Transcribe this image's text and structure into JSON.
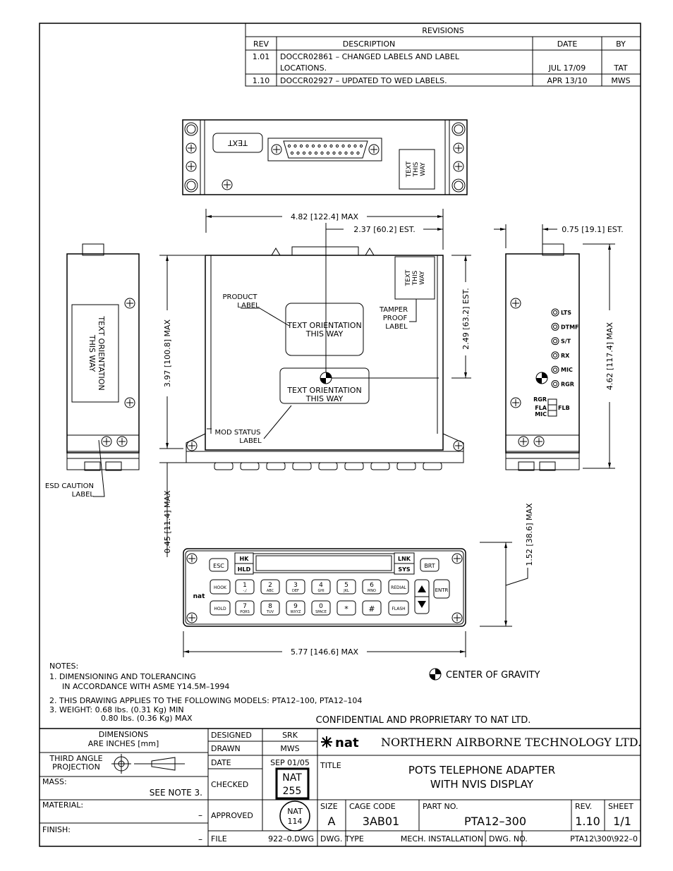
{
  "revisions": {
    "title": "REVISIONS",
    "headers": {
      "rev": "REV",
      "description": "DESCRIPTION",
      "date": "DATE",
      "by": "BY"
    },
    "rows": [
      {
        "rev": "1.01",
        "desc1": "DOCCR02861 – CHANGED LABELS AND LABEL",
        "desc2": "LOCATIONS.",
        "date": "JUL 17/09",
        "by": "TAT"
      },
      {
        "rev": "1.10",
        "desc1": "DOCCR02927 – UPDATED TO WED LABELS.",
        "date": "APR 13/10",
        "by": "MWS"
      }
    ]
  },
  "top_view": {
    "text_label": "TEXT",
    "text_this_way": [
      "TEXT",
      "THIS",
      "WAY"
    ]
  },
  "left_view": {
    "orientation": [
      "TEXT ORIENTATION",
      "THIS WAY"
    ],
    "esd": [
      "ESD CAUTION",
      "LABEL"
    ]
  },
  "front_view": {
    "product_label": [
      "PRODUCT",
      "LABEL"
    ],
    "orientation1": [
      "TEXT ORIENTATION",
      "THIS WAY"
    ],
    "orientation2": [
      "TEXT ORIENTATION",
      "THIS WAY"
    ],
    "tamper": [
      "TAMPER",
      "PROOF",
      "LABEL"
    ],
    "text_this_way": [
      "TEXT",
      "THIS",
      "WAY"
    ],
    "mod_status": [
      "MOD STATUS",
      "LABEL"
    ]
  },
  "right_view": {
    "leds": [
      "LTS",
      "DTMF",
      "S/T",
      "RX",
      "MIC",
      "RGR"
    ],
    "switch_labels": {
      "rgr": "RGR",
      "fla": "FLA",
      "mic": "MIC",
      "flb": "FLB"
    }
  },
  "dimensions": {
    "width_max": "4.82 [122.4] MAX",
    "cg_est": "2.37 [60.2] EST.",
    "depth_est": "0.75 [19.1] EST.",
    "height_max": "3.97 [100.8] MAX",
    "cg_height_est": "2.49 [63.2] EST.",
    "side_height_max": "4.62 [117.4] MAX",
    "bezel_max": "0.45 [11.4] MAX",
    "panel_height_max": "1.52 [38.6] MAX",
    "panel_width_max": "5.77 [146.6] MAX"
  },
  "keypad": {
    "esc": "ESC",
    "hk": "HK",
    "hld": "HLD",
    "lnk": "LNK",
    "sys": "SYS",
    "brt": "BRT",
    "logo": "nat",
    "row1": [
      {
        "main": "HOOK",
        "sub": ""
      },
      {
        "main": "1",
        "sub": "-,/"
      },
      {
        "main": "2",
        "sub": "ABC"
      },
      {
        "main": "3",
        "sub": "DEF"
      },
      {
        "main": "4",
        "sub": "GHI"
      },
      {
        "main": "5",
        "sub": "JKL"
      },
      {
        "main": "6",
        "sub": "MNO"
      },
      {
        "main": "REDIAL",
        "sub": ""
      }
    ],
    "row2": [
      {
        "main": "HOLD",
        "sub": ""
      },
      {
        "main": "7",
        "sub": "PQRS"
      },
      {
        "main": "8",
        "sub": "TUV"
      },
      {
        "main": "9",
        "sub": "WXYZ"
      },
      {
        "main": "0",
        "sub": "SPACE"
      },
      {
        "main": "*",
        "sub": ""
      },
      {
        "main": "#",
        "sub": ""
      },
      {
        "main": "FLASH",
        "sub": ""
      }
    ],
    "entr": "ENTR"
  },
  "notes": {
    "heading": "NOTES:",
    "lines": [
      "1. DIMENSIONING AND TOLERANCING",
      "IN ACCORDANCE WITH ASME Y14.5M–1994",
      "2. THIS DRAWING APPLIES TO THE FOLLOWING MODELS: PTA12–100, PTA12–104",
      "3. WEIGHT: 0.68 lbs. (0.31 Kg) MIN",
      "0.80 lbs. (0.36 Kg) MAX"
    ],
    "cg_legend": "CENTER OF GRAVITY",
    "confidential": "CONFIDENTIAL AND PROPRIETARY TO NAT LTD."
  },
  "title_block": {
    "dimensions": [
      "DIMENSIONS",
      "ARE INCHES [mm]"
    ],
    "projection": [
      "THIRD ANGLE",
      "PROJECTION"
    ],
    "mass_label": "MASS:",
    "mass_value": "SEE NOTE 3.",
    "material_label": "MATERIAL:",
    "material_value": "–",
    "finish_label": "FINISH:",
    "finish_value": "–",
    "designed_label": "DESIGNED",
    "designed_value": "SRK",
    "drawn_label": "DRAWN",
    "drawn_value": "MWS",
    "date_label": "DATE",
    "date_value": "SEP 01/05",
    "checked_label": "CHECKED",
    "checked_stamp": [
      "NAT",
      "255"
    ],
    "approved_label": "APPROVED",
    "approved_stamp": [
      "NAT",
      "114"
    ],
    "file_label": "FILE",
    "file_value": "922–0.DWG",
    "company_logo": "nat",
    "company": "NORTHERN AIRBORNE TECHNOLOGY LTD.",
    "title_label": "TITLE",
    "title": [
      "POTS TELEPHONE ADAPTER",
      "WITH NVIS DISPLAY"
    ],
    "size_label": "SIZE",
    "size_value": "A",
    "cage_label": "CAGE CODE",
    "cage_value": "3AB01",
    "part_label": "PART NO.",
    "part_value": "PTA12–300",
    "rev_label": "REV.",
    "rev_value": "1.10",
    "sheet_label": "SHEET",
    "sheet_value": "1/1",
    "dwg_type_label": "DWG. TYPE",
    "dwg_type_value": "MECH. INSTALLATION",
    "dwg_no_label": "DWG. NO.",
    "dwg_no_value": "PTA12\\300\\922–0"
  }
}
